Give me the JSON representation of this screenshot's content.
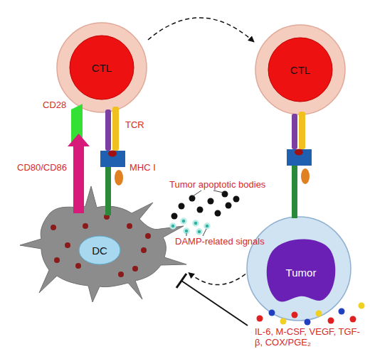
{
  "diagram": {
    "nodes": [
      {
        "text": [
          "CTL"
        ]
      },
      {
        "text": [
          "CTL"
        ]
      },
      {
        "text": [
          "DC"
        ]
      },
      {
        "text": [
          "Tumor"
        ]
      }
    ],
    "edges": [
      {
        "from": 0,
        "to": 1,
        "arrow": "to"
      },
      {
        "from": 3,
        "to": 2,
        "arrow": "to"
      }
    ],
    "labels": [
      "CD28",
      "TCR",
      "CD80/CD86",
      "MHC I",
      "Tumor apoptotic bodies",
      "DAMP-related signals",
      "IL-6, M-CSF, VEGF, TGF-β, COX/PGE₂"
    ]
  }
}
